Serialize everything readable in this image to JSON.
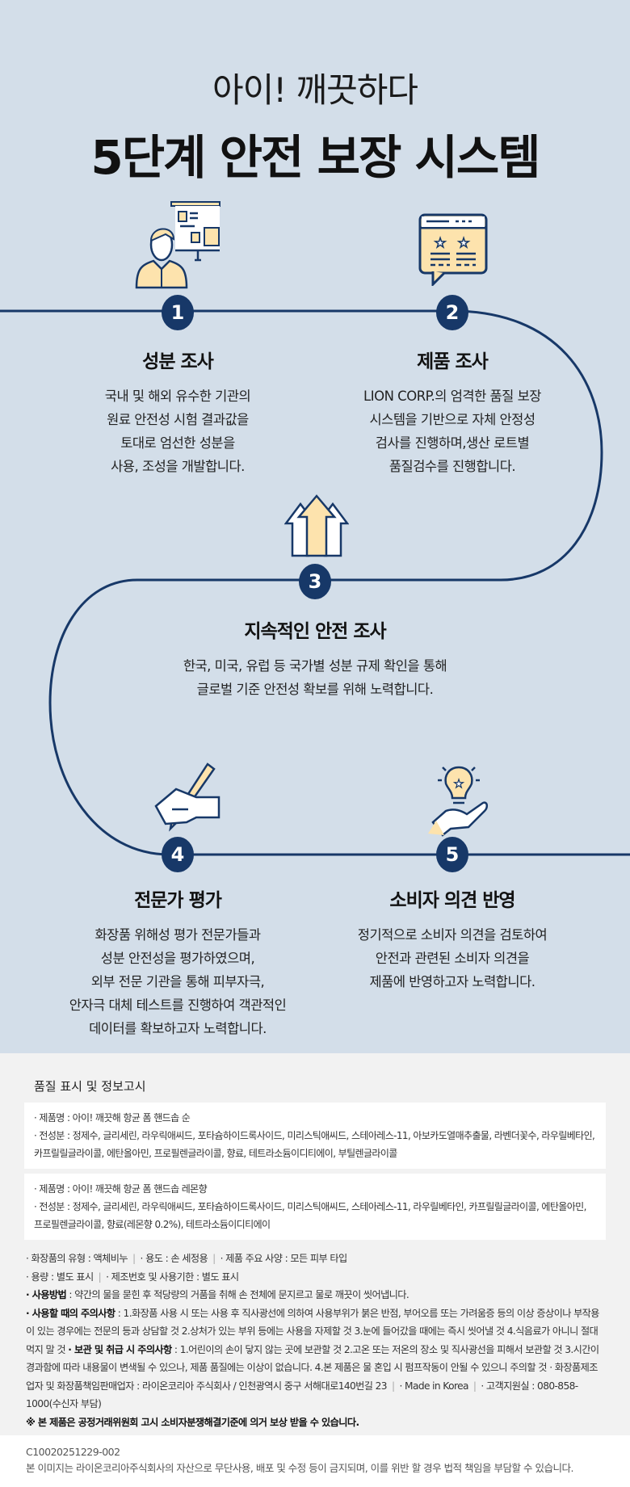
{
  "header": {
    "subtitle": "아이! 깨끗하다",
    "title": "5단계 안전 보장 시스템"
  },
  "colors": {
    "background": "#d3dee9",
    "navy": "#173868",
    "cream": "#fde3ad",
    "info_bg": "#f2f2f2"
  },
  "steps": [
    {
      "number": "1",
      "title": "성분 조사",
      "icon": "presenter-icon",
      "lines": [
        "국내 및 해외 유수한 기관의",
        "원료 안전성 시험 결과값을",
        "토대로 엄선한 성분을",
        "사용, 조성을 개발합니다."
      ]
    },
    {
      "number": "2",
      "title": "제품 조사",
      "icon": "review-window-icon",
      "lines": [
        "LION CORP.의 엄격한 품질 보장",
        "시스템을 기반으로 자체 안정성",
        "검사를 진행하며,생산 로트별",
        "품질검수를 진행합니다."
      ]
    },
    {
      "number": "3",
      "title": "지속적인 안전 조사",
      "icon": "arrows-up-icon",
      "lines": [
        "한국, 미국, 유럽 등 국가별 성분 규제 확인을 통해",
        "글로벌 기준 안전성 확보를 위해 노력합니다."
      ]
    },
    {
      "number": "4",
      "title": "전문가 평가",
      "icon": "hand-pen-icon",
      "lines": [
        "화장품 위해성 평가 전문가들과",
        "성분 안전성을 평가하였으며,",
        "외부 전문 기관을 통해 피부자극,",
        "안자극 대체 테스트를 진행하여 객관적인",
        "데이터를 확보하고자 노력합니다."
      ]
    },
    {
      "number": "5",
      "title": "소비자 의견 반영",
      "icon": "hand-bulb-icon",
      "lines": [
        "정기적으로 소비자 의견을 검토하여",
        "안전과 관련된 소비자 의견을",
        "제품에 반영하고자 노력합니다."
      ]
    }
  ],
  "info": {
    "title": "품질 표시 및 정보고시",
    "products": [
      {
        "name": "· 제품명 : 아이! 깨끗해 항균 폼 핸드솝 순",
        "ingredients": "· 전성분 : 정제수, 글리세린, 라우릭애씨드, 포타슘하이드록사이드, 미리스틱애씨드, 스테아레스-11, 아보카도열매추출물, 라벤더꽃수, 라우릴베타인, 카프릴릴글라이콜, 에탄올아민, 프로필렌글라이콜, 향료, 테트라소듐이디티에이, 부틸렌글라이콜"
      },
      {
        "name": "· 제품명 : 아이! 깨끗해 항균 폼 핸드솝 레몬향",
        "ingredients": "· 전성분 : 정제수, 글리세린, 라우릭애씨드, 포타슘하이드록사이드, 미리스틱애씨드, 스테아레스-11, 라우릴베타인, 카프릴릴글라이콜, 에탄올아민, 프로필렌글라이콜, 향료(레몬향 0.2%), 테트라소듐이디티에이"
      }
    ],
    "type": "· 화장품의 유형 : 액체비누",
    "use": "· 용도 : 손 세정용",
    "spec": "· 제품 주요 사양 : 모든 피부 타입",
    "volume": "· 용량 : 별도 표시",
    "lot": "· 제조번호 및 사용기한 : 별도 표시",
    "method_label": "· 사용방법",
    "method": " : 약간의 물을 묻힌 후 적당량의 거품을 취해 손 전체에 문지르고 물로 깨끗이 씻어냅니다.",
    "caution_label": "· 사용할 때의 주의사항",
    "caution": " : 1.화장품 사용 시 또는 사용 후 직사광선에 의하여 사용부위가 붉은 반점, 부어오름 또는 가려움증 등의 이상 증상이나 부작용이 있는 경우에는 전문의 등과 상담할 것 2.상처가 있는 부위 등에는 사용을 자제할 것 3.눈에 들어갔을 때에는 즉시 씻어낼 것 4.식음료가 아니니 절대 먹지 말 것 ",
    "storage_label": "· 보관 및 취급 시 주의사항",
    "storage": " : 1.어린이의 손이 닿지 않는 곳에 보관할 것 2.고온 또는 저온의 장소 및 직사광선을 피해서 보관할 것 3.시간이 경과함에 따라 내용물이 변색될 수 있으나, 제품 품질에는 이상이 없습니다. 4.본 제품은 물 혼입 시 펌프작동이 안될 수 있으니 주의할 것 ",
    "maker": "· 화장품제조업자 및 화장품책임판매업자 : 라이온코리아 주식회사 / 인천광역시 중구 서해대로140번길 23",
    "origin": "· Made in Korea",
    "support": "· 고객지원실 : 080-858-1000(수신자 부담)",
    "notice": "※ 본 제품은 공정거래위원회 고시 소비자분쟁해결기준에 의거 보상 받을 수 있습니다."
  },
  "footer": {
    "code": "C10020251229-002",
    "copyright": "본 이미지는 라이온코리아주식회사의 자산으로 무단사용, 배포 및 수정 등이 금지되며, 이를 위반 할 경우 법적 책임을 부담할 수 있습니다."
  }
}
